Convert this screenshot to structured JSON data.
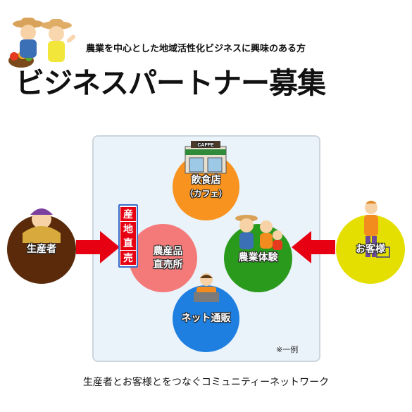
{
  "header": {
    "subtitle": "農業を中心とした地域活性化ビジネスに興味のある方",
    "title": "ビジネスパートナー募集"
  },
  "circles": {
    "producer": "生産者",
    "customer": "お客様",
    "cafe_line1": "飲食店",
    "cafe_line2": "（カフェ）",
    "direct_line1": "農産品",
    "direct_line2": "直売所",
    "farm": "農業体験",
    "net": "ネット通販"
  },
  "cafe_sign": "CAFFE",
  "flag_text": [
    "産",
    "地",
    "直",
    "売"
  ],
  "note": "※一例",
  "footer": "生産者とお客様とをつなぐコミュニティーネットワーク",
  "colors": {
    "producer": "#5a2a0a",
    "customer": "#e4df00",
    "cafe": "#f7931e",
    "direct": "#f47a7a",
    "farm": "#2a9a1c",
    "net": "#1e7fe0",
    "arrow": "#e60012",
    "panel": "#eaf2fa"
  }
}
